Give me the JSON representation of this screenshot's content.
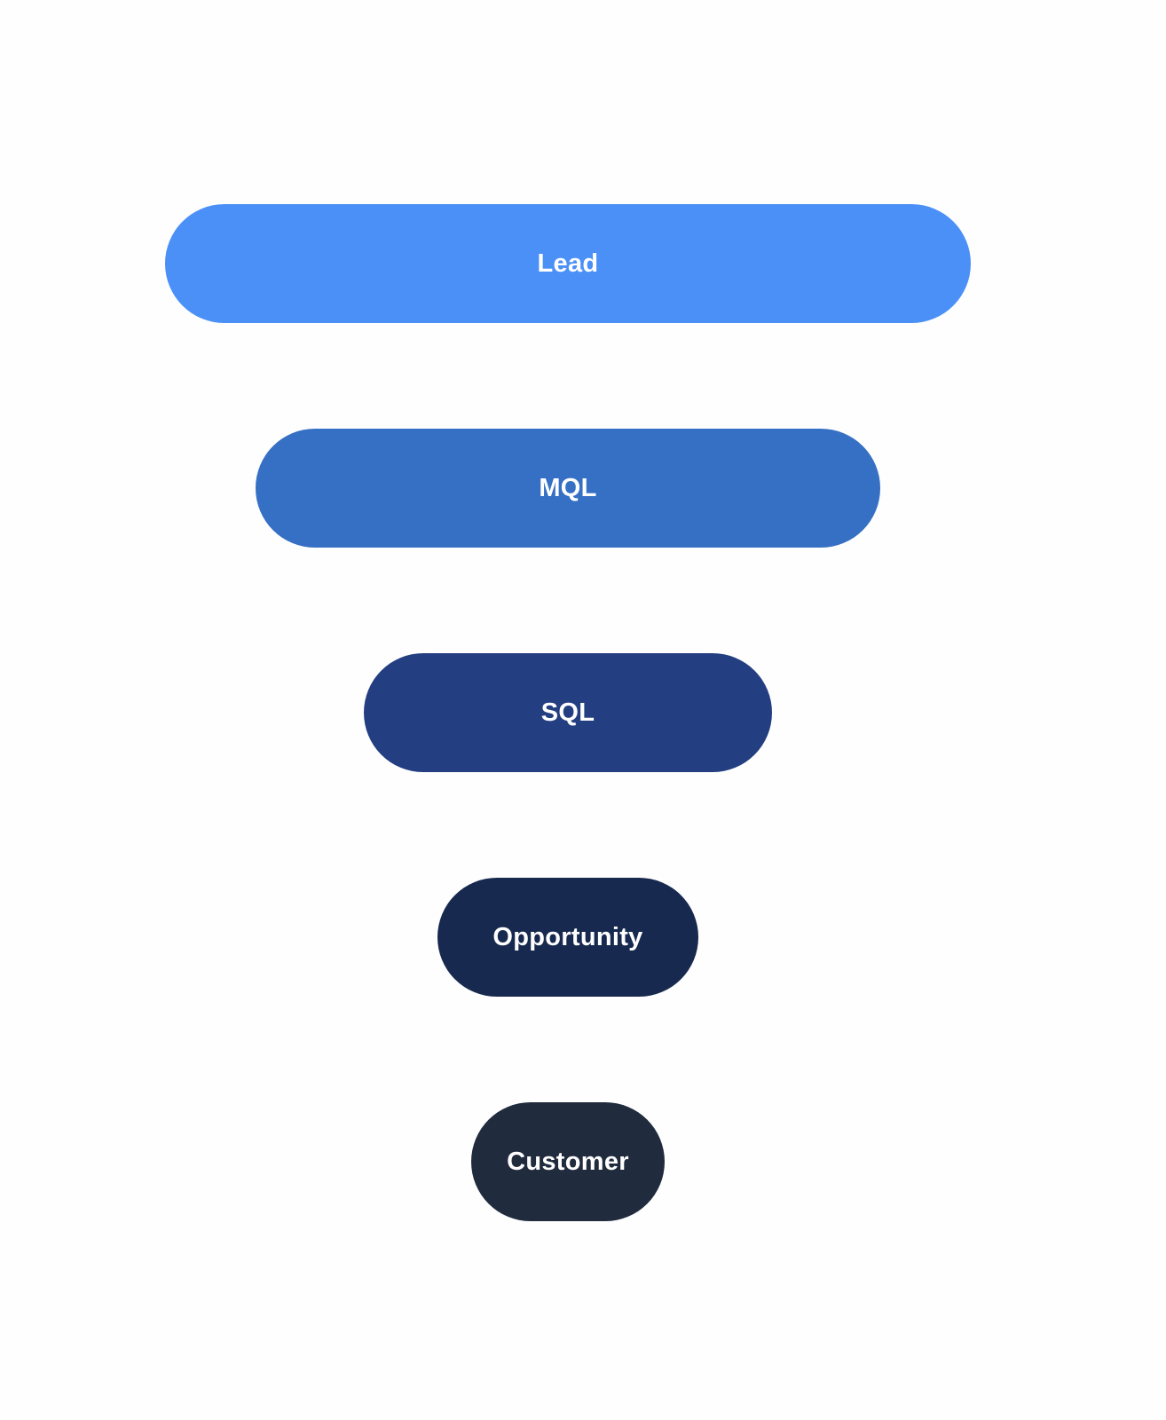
{
  "chart_data": {
    "type": "funnel",
    "title": "",
    "orientation": "vertical",
    "legend_position": "none",
    "grid": false,
    "background_color": "#fefefe",
    "label_color": "#ffffff",
    "stages": [
      {
        "label": "Lead",
        "color": "#4b90f7",
        "width_pct": 71
      },
      {
        "label": "MQL",
        "color": "#3670c4",
        "width_pct": 55
      },
      {
        "label": "SQL",
        "color": "#233e81",
        "width_pct": 36
      },
      {
        "label": "Opportunity",
        "color": "#17294f",
        "width_pct": 23
      },
      {
        "label": "Customer",
        "color": "#212b3e",
        "width_pct": 17
      }
    ]
  }
}
